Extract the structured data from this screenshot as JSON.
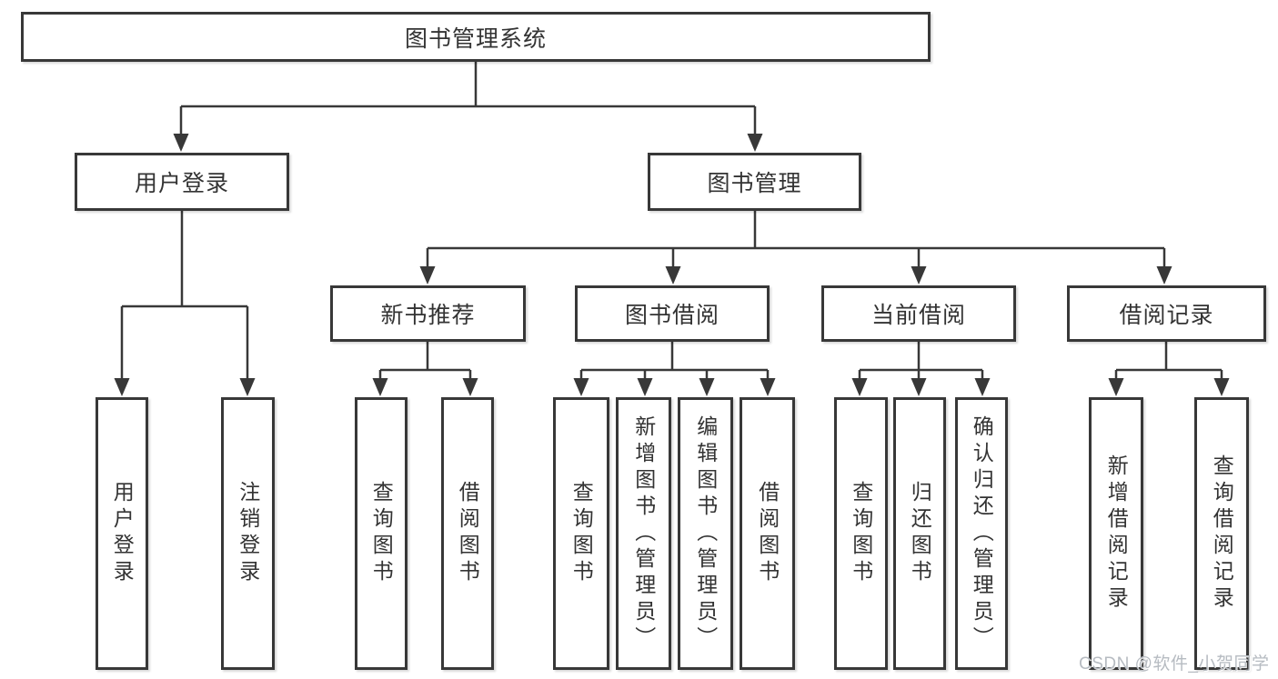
{
  "diagram_title": "图书管理系统",
  "watermark": "CSDN @软件_小贺同学",
  "colors": {
    "line": "#383838",
    "text": "#333333",
    "background": "#ffffff",
    "watermark": "#b6bbc1"
  },
  "nodes": {
    "root": {
      "label": "图书管理系统"
    },
    "user_login": {
      "label": "用户登录"
    },
    "book_management": {
      "label": "图书管理"
    },
    "new_book_recommend": {
      "label": "新书推荐"
    },
    "book_borrowing": {
      "label": "图书借阅"
    },
    "current_borrowing": {
      "label": "当前借阅"
    },
    "borrowing_records": {
      "label": "借阅记录"
    },
    "leaf_login": {
      "label": "用户登录"
    },
    "leaf_logout": {
      "label": "注销登录"
    },
    "leaf_query_books_recommend": {
      "label": "查询图书"
    },
    "leaf_borrow_books_recommend": {
      "label": "借阅图书"
    },
    "leaf_query_books_borrowing": {
      "label": "查询图书"
    },
    "leaf_add_books_admin": {
      "label": "新增图书（管理员）"
    },
    "leaf_edit_books_admin": {
      "label": "编辑图书（管理员）"
    },
    "leaf_borrow_books_borrowing": {
      "label": "借阅图书"
    },
    "leaf_query_books_current": {
      "label": "查询图书"
    },
    "leaf_return_books": {
      "label": "归还图书"
    },
    "leaf_confirm_return_admin": {
      "label": "确认归还（管理员）"
    },
    "leaf_add_borrow_record": {
      "label": "新增借阅记录"
    },
    "leaf_query_borrow_record": {
      "label": "查询借阅记录"
    }
  },
  "hierarchy": {
    "root": "图书管理系统",
    "children": [
      {
        "label": "用户登录",
        "children": [
          "用户登录",
          "注销登录"
        ]
      },
      {
        "label": "图书管理",
        "children": [
          {
            "label": "新书推荐",
            "children": [
              "查询图书",
              "借阅图书"
            ]
          },
          {
            "label": "图书借阅",
            "children": [
              "查询图书",
              "新增图书（管理员）",
              "编辑图书（管理员）",
              "借阅图书"
            ]
          },
          {
            "label": "当前借阅",
            "children": [
              "查询图书",
              "归还图书",
              "确认归还（管理员）"
            ]
          },
          {
            "label": "借阅记录",
            "children": [
              "新增借阅记录",
              "查询借阅记录"
            ]
          }
        ]
      }
    ]
  }
}
